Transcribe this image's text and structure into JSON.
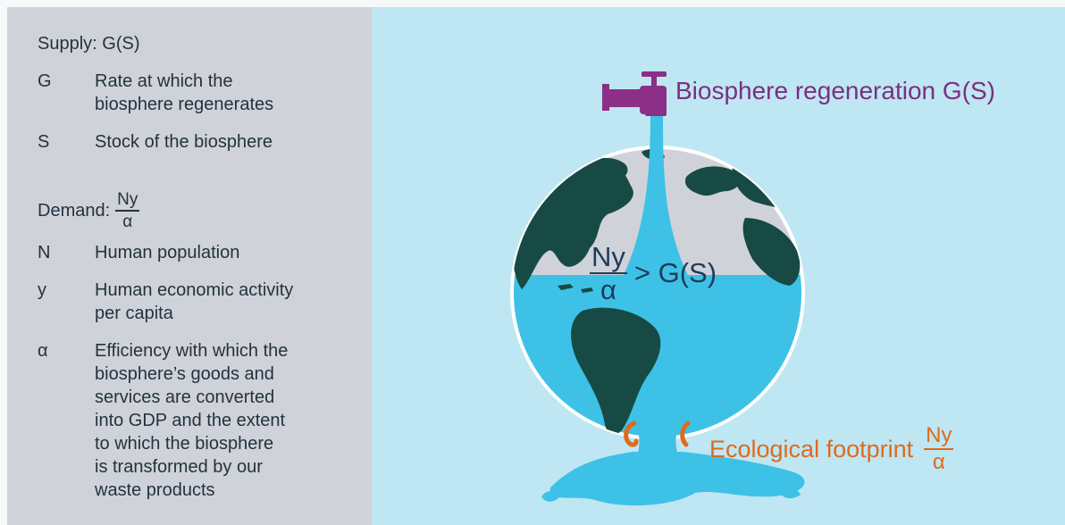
{
  "supply": {
    "heading": "Supply: G(S)",
    "items": [
      {
        "symbol": "G",
        "lines": [
          "Rate at which the",
          "biosphere regenerates"
        ]
      },
      {
        "symbol": "S",
        "lines": [
          "Stock of the biosphere"
        ]
      }
    ]
  },
  "demand": {
    "heading": "Demand:",
    "frac_num": "Ny",
    "frac_den": "α",
    "items": [
      {
        "symbol": "N",
        "lines": [
          "Human population"
        ]
      },
      {
        "symbol": "y",
        "lines": [
          "Human economic activity",
          "per capita"
        ]
      },
      {
        "symbol": "α",
        "lines": [
          "Efficiency with which the",
          "biosphere’s goods and",
          "services are converted",
          "into GDP and the extent",
          "to which the biosphere",
          "is transformed by our",
          "waste products"
        ]
      }
    ]
  },
  "diagram": {
    "tap_label": "Biosphere regeneration  G(S)",
    "inequality": {
      "num": "Ny",
      "den": "α",
      "rhs": "> G(S)"
    },
    "footprint_label": "Ecological footprint",
    "footprint_frac": {
      "num": "Ny",
      "den": "α"
    }
  },
  "colors": {
    "left_panel": "#cfd3d9",
    "right_panel": "#bee6f3",
    "water": "#3ec1e6",
    "land": "#174a44",
    "globe_upper": "#cfd3d9",
    "tap": "#8b2f87",
    "drip": "#e06a1c"
  }
}
